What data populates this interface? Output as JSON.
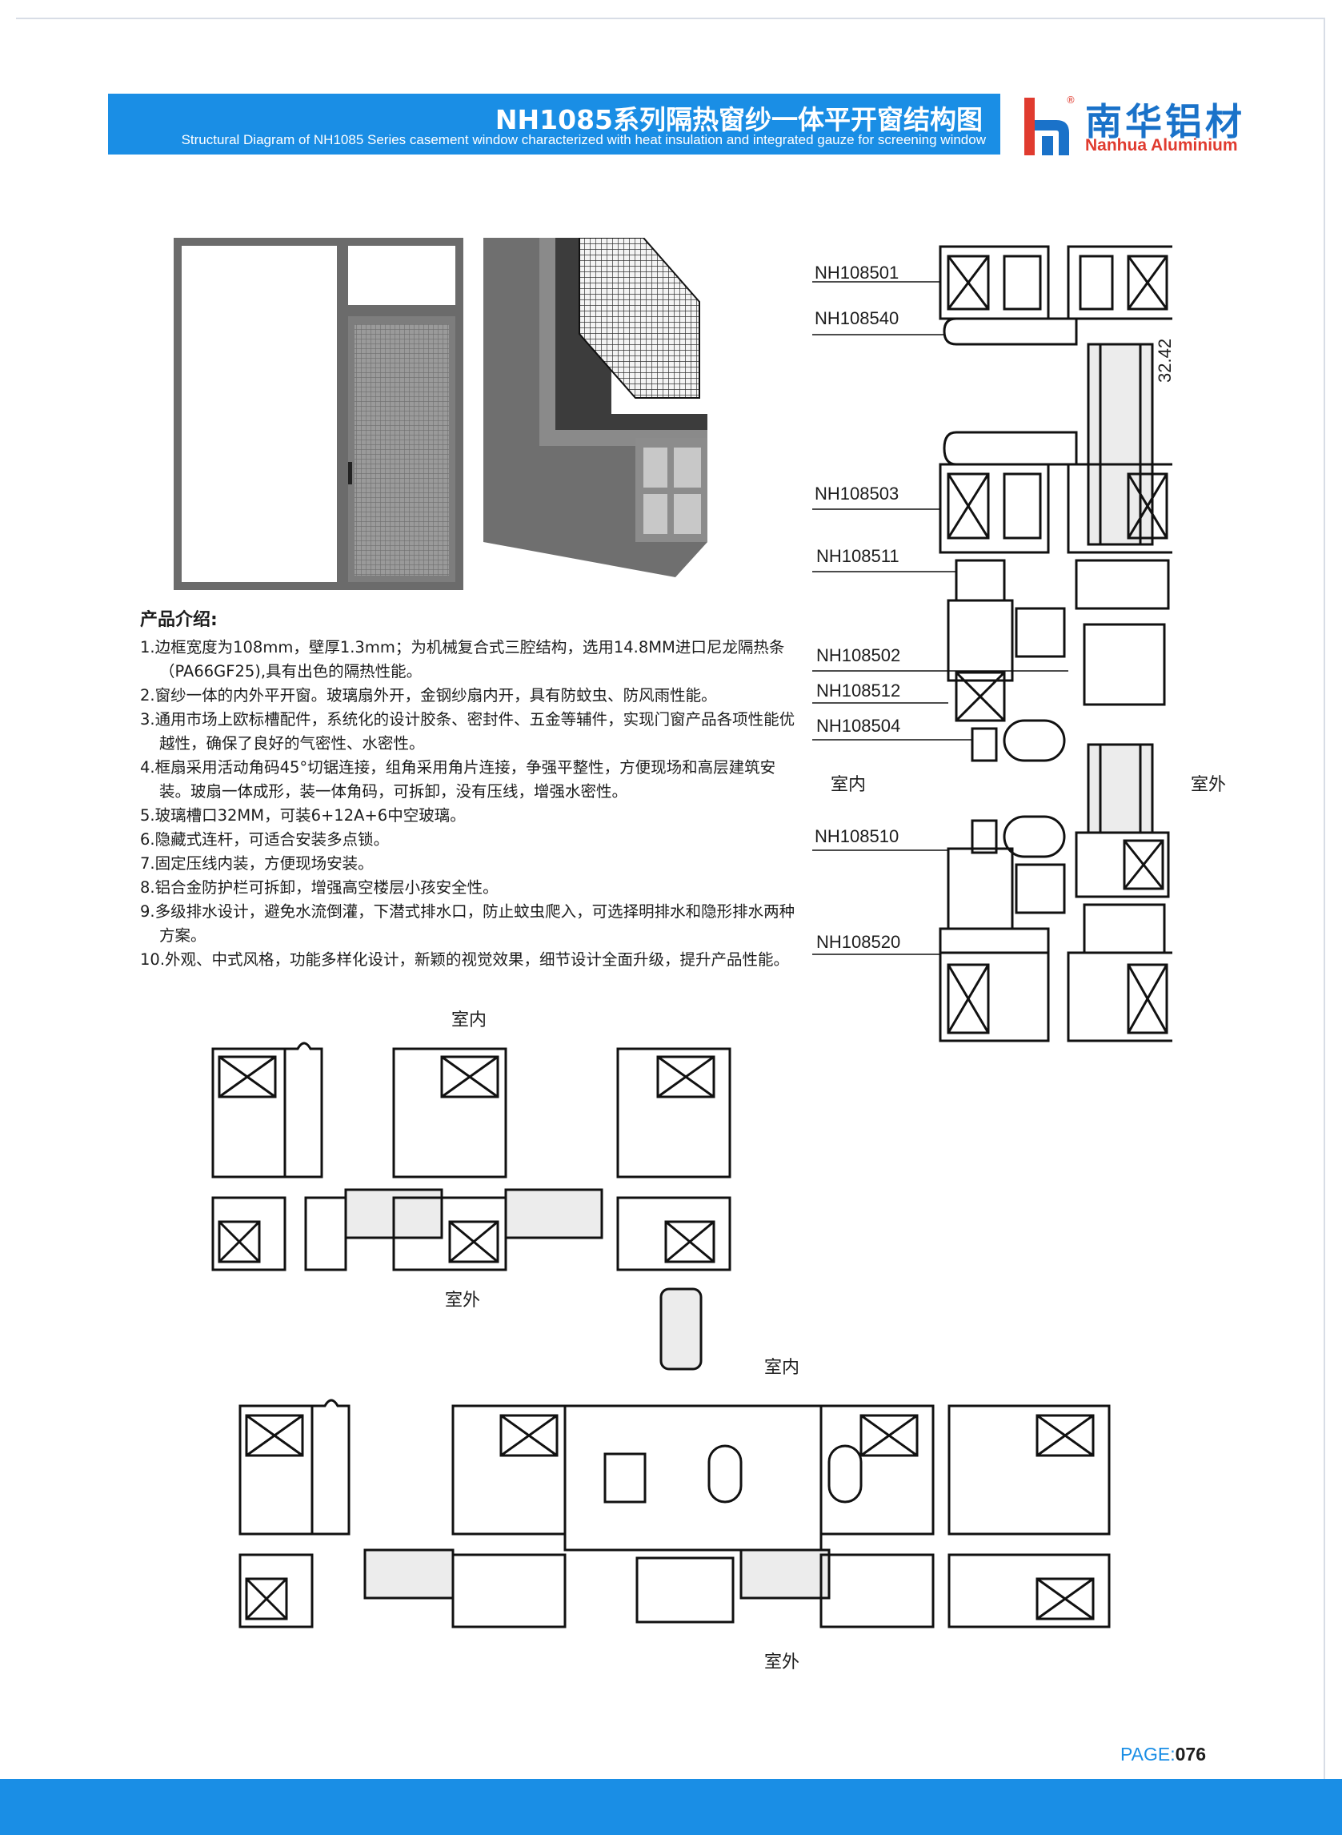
{
  "header": {
    "title_cn": "NH1085系列隔热窗纱一体平开窗结构图",
    "title_en": "Structural Diagram of NH1085 Series casement window characterized with heat insulation and integrated gauze for screening window"
  },
  "logo": {
    "cn": "南华铝材",
    "en": "Nanhua Aluminium",
    "reg": "®"
  },
  "intro": {
    "title": "产品介绍:",
    "items": [
      "1.边框宽度为108mm，壁厚1.3mm；为机械复合式三腔结构，选用14.8MM进口尼龙隔热条（PA66GF25),具有出色的隔热性能。",
      "2.窗纱一体的内外平开窗。玻璃扇外开，金钢纱扇内开，具有防蚊虫、防风雨性能。",
      "3.通用市场上欧标槽配件，系统化的设计胶条、密封件、五金等辅件，实现门窗产品各项性能优越性，确保了良好的气密性、水密性。",
      "4.框扇采用活动角码45°切锯连接，组角采用角片连接，争强平整性，方便现场和高层建筑安装。玻扇一体成形，装一体角码，可拆卸，没有压线，增强水密性。",
      "5.玻璃槽口32MM，可装6+12A+6中空玻璃。",
      "6.隐藏式连杆，可适合安装多点锁。",
      "7.固定压线内装，方便现场安装。",
      "8.铝合金防护栏可拆卸，增强高空楼层小孩安全性。",
      "9.多级排水设计，避免水流倒灌，下潜式排水口，防止蚊虫爬入，可选择明排水和隐形排水两种方案。",
      "10.外观、中式风格，功能多样化设计，新颖的视觉效果，细节设计全面升级，提升产品性能。"
    ]
  },
  "profiles": {
    "p1": "NH108501",
    "p2": "NH108540",
    "p3": "NH108503",
    "p4": "NH108511",
    "p5": "NH108502",
    "p6": "NH108512",
    "p7": "NH108504",
    "p8": "NH108510",
    "p9": "NH108520"
  },
  "dimension": "32.42",
  "labels": {
    "indoor": "室内",
    "outdoor": "室外"
  },
  "page": {
    "label": "PAGE:",
    "number": "076"
  },
  "colors": {
    "accent": "#1a8ee5",
    "logo_blue": "#1a72c9",
    "logo_red": "#e03b2f"
  }
}
